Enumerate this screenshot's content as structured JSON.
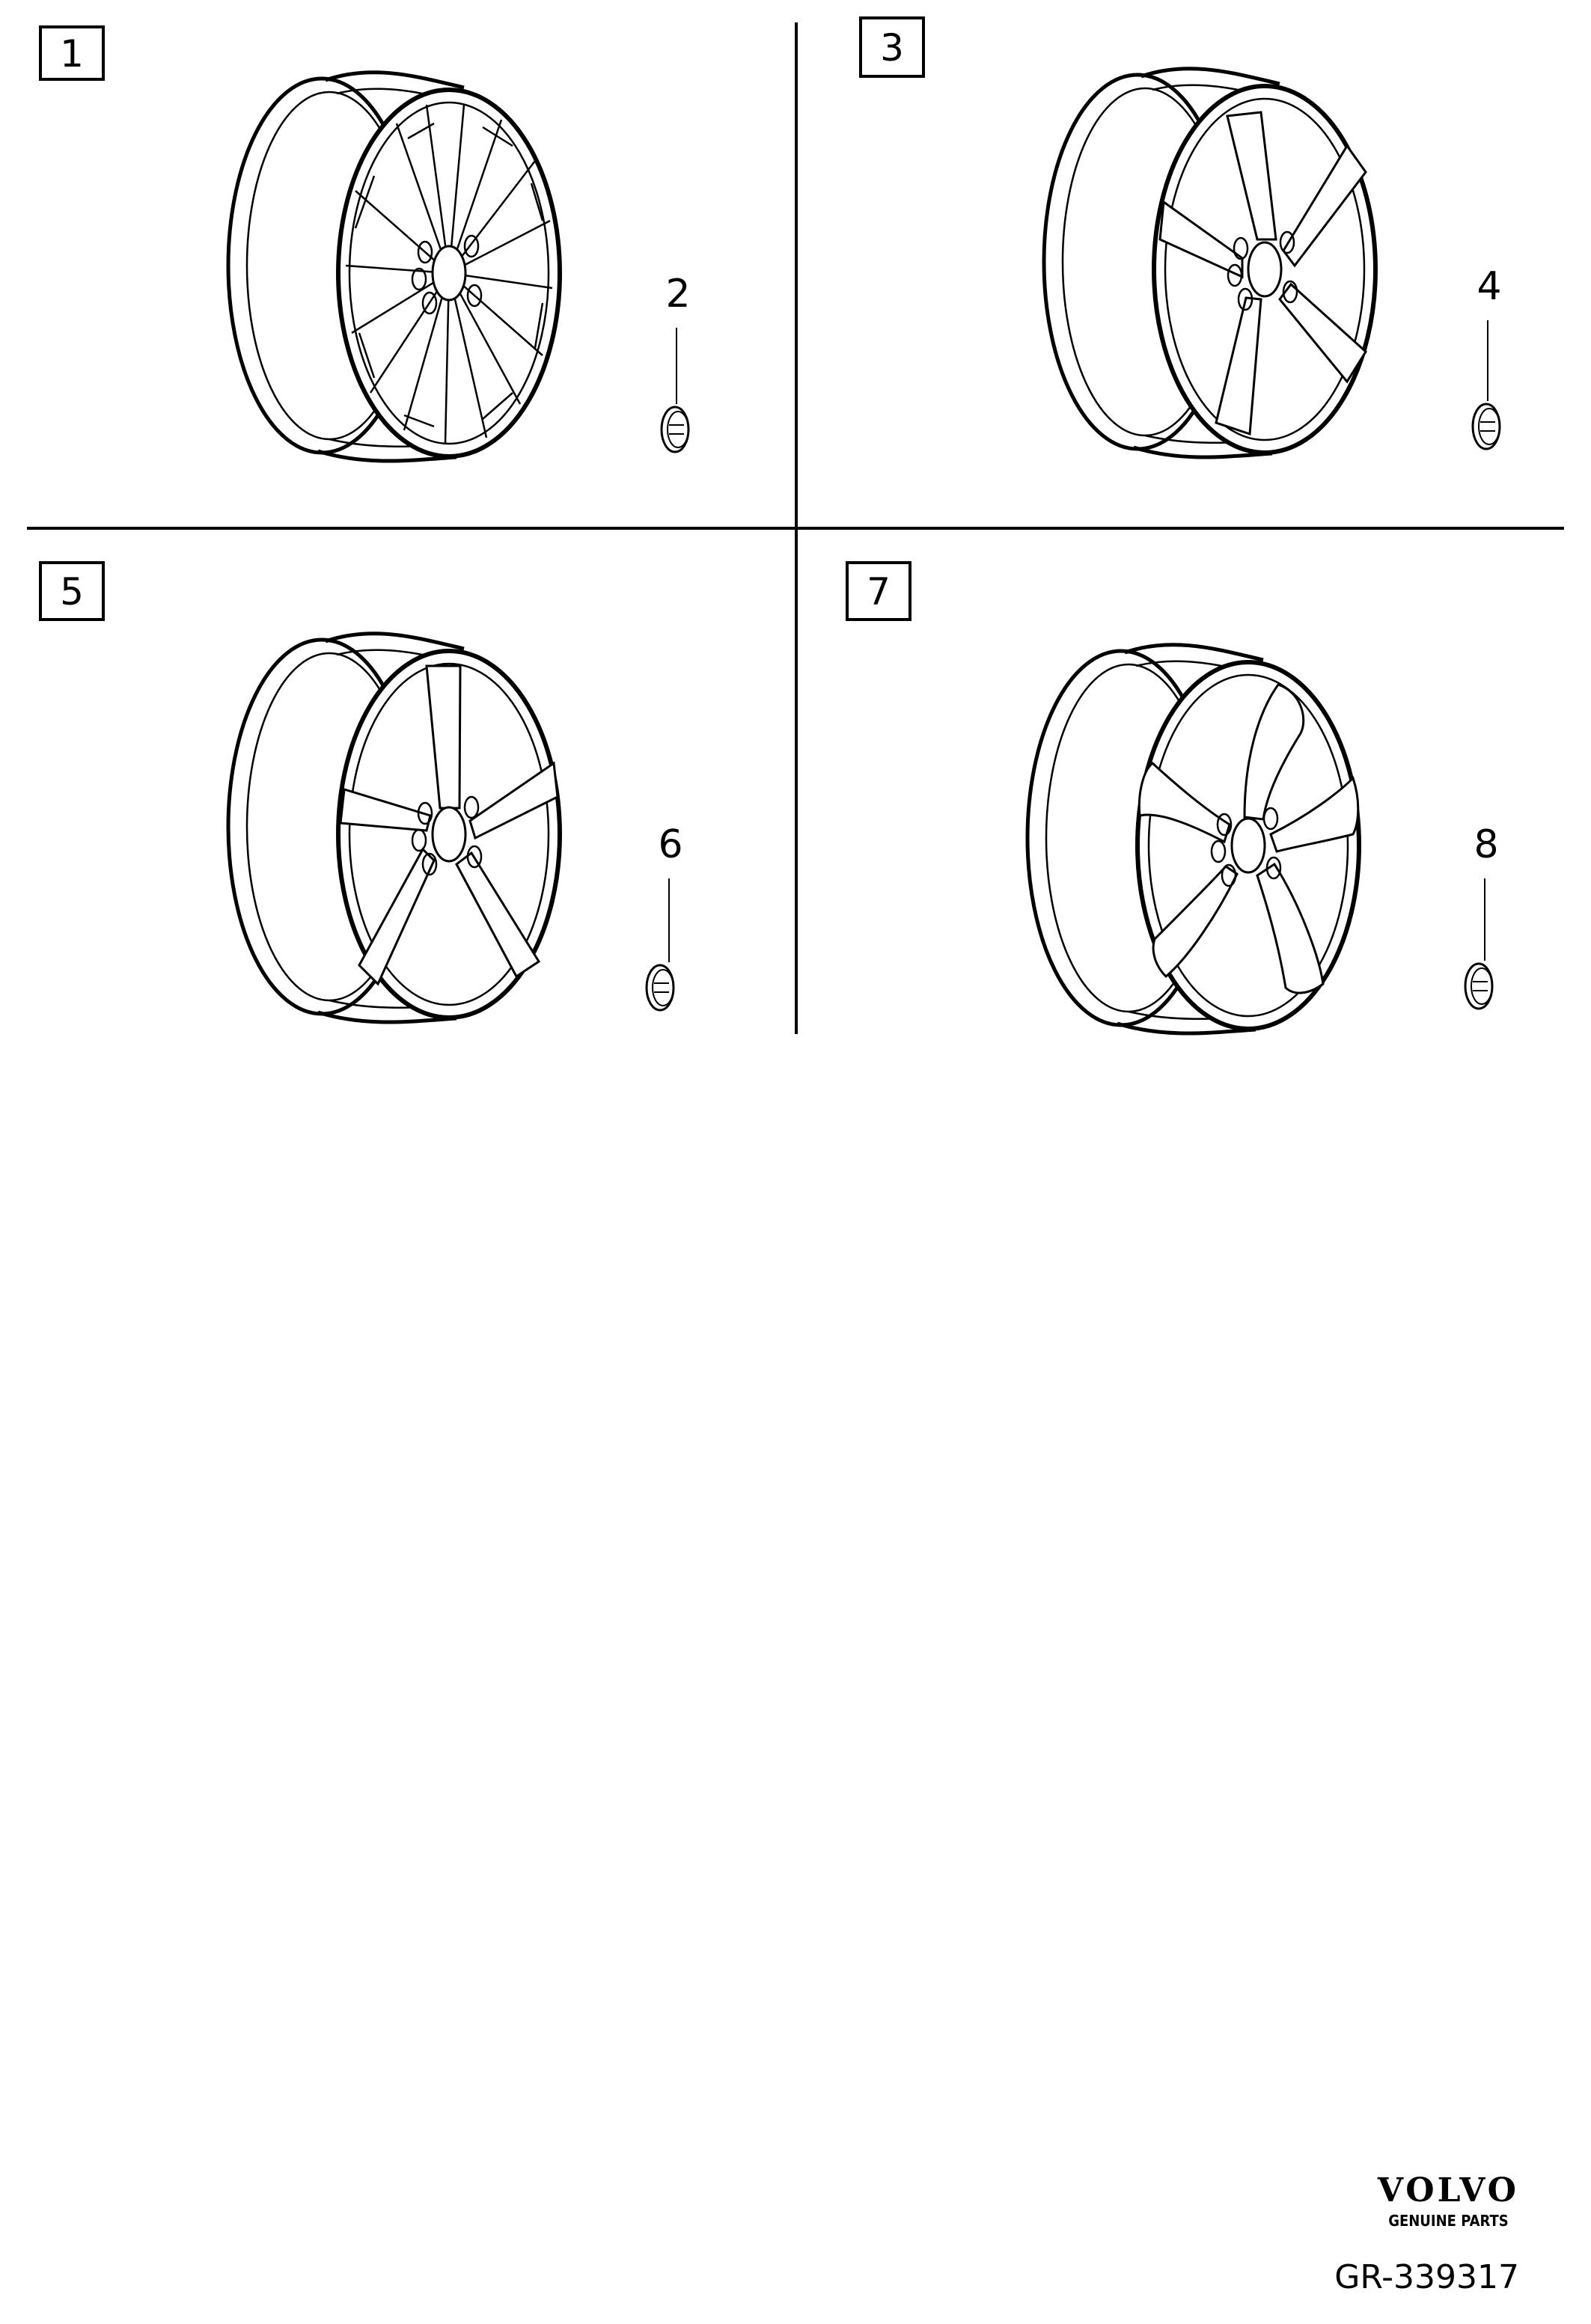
{
  "panels": [
    {
      "id": "1",
      "hub_cap_callout": "2"
    },
    {
      "id": "3",
      "hub_cap_callout": "4"
    },
    {
      "id": "5",
      "hub_cap_callout": "6"
    },
    {
      "id": "7",
      "hub_cap_callout": "8"
    }
  ],
  "brand": {
    "logo": "VOLVO",
    "tagline": "GENUINE PARTS"
  },
  "reference": "GR-339317",
  "colors": {
    "line": "#000000",
    "background": "#ffffff"
  },
  "icons": [
    "wheel-rim-icon",
    "hub-cap-icon"
  ]
}
